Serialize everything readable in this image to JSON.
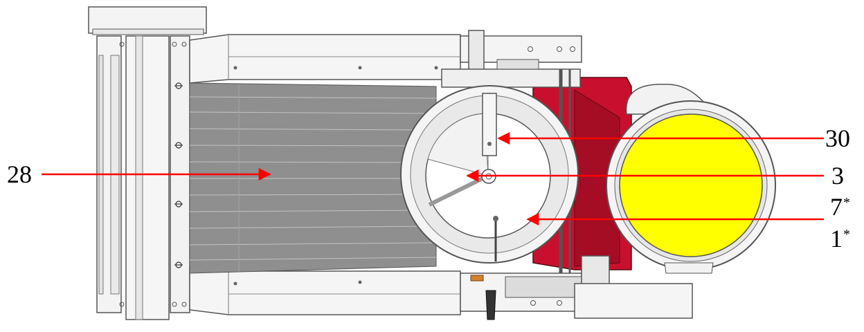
{
  "colors": {
    "arrow": "#ff0000",
    "red_housing": "#c8102e",
    "lens": "#ffff00",
    "frame_light": "#f4f4f4",
    "frame_stroke": "#555555",
    "filter_bg": "#8f8f8f",
    "filter_line": "#c4c4c4"
  },
  "labels": {
    "l28": "28",
    "l30": "30",
    "l3": "3",
    "l7": "7",
    "l7_sup": "*",
    "l1": "1",
    "l1_sup": "*"
  }
}
